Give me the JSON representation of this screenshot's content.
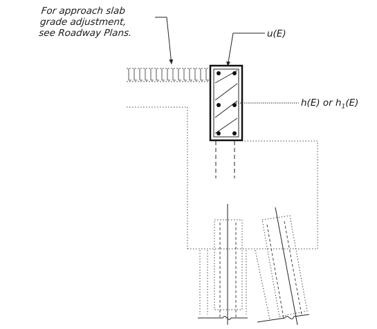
{
  "note": {
    "line1": "For approach slab",
    "line2": "grade adjustment,",
    "line3": "see Roadway Plans."
  },
  "labels": {
    "u": "u(E)",
    "h_prefix": "h(E) or h",
    "h_sub": "1",
    "h_suffix": "(E)"
  }
}
